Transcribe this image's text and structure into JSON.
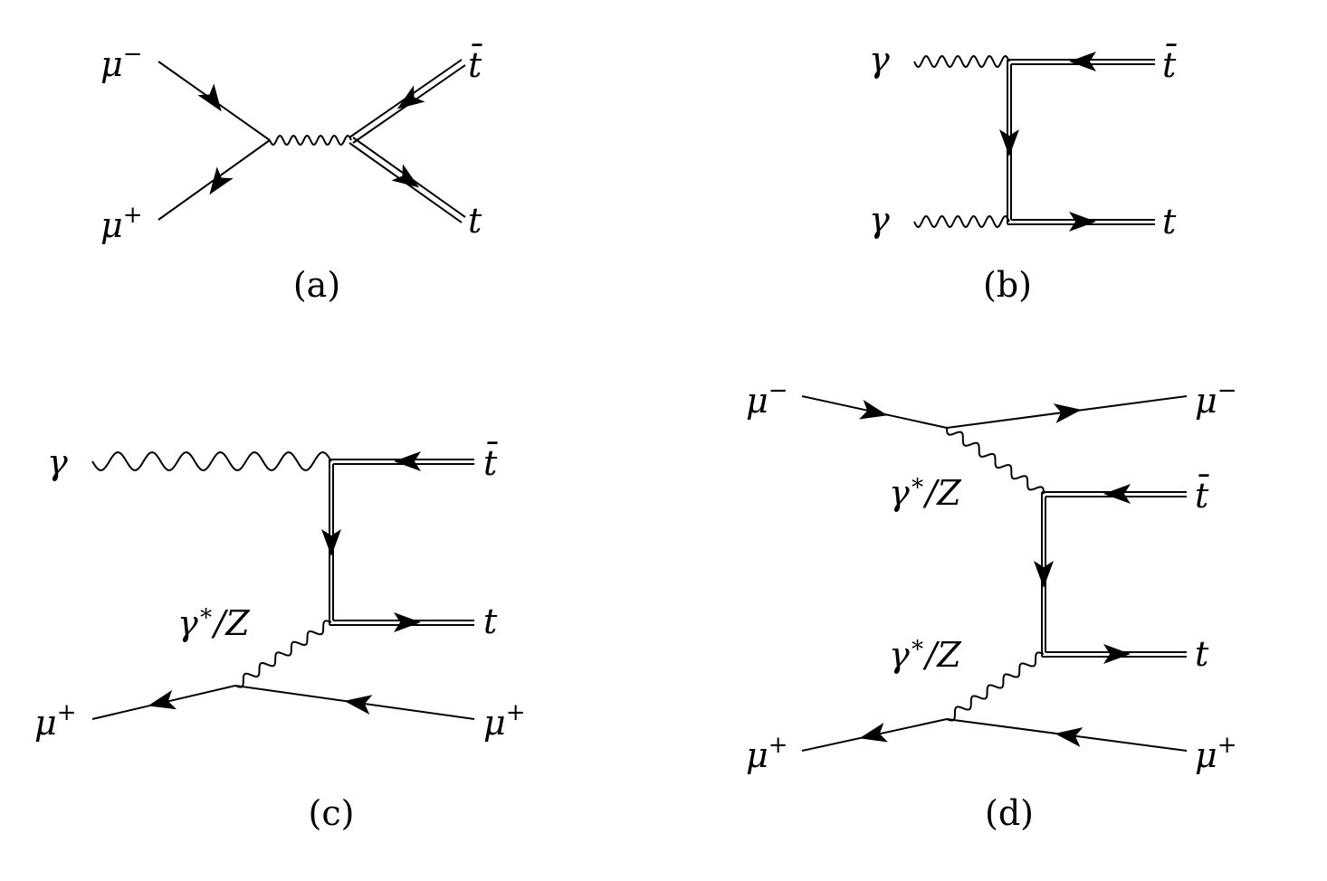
{
  "diagrams": [
    {
      "id": "a",
      "caption": "(a)",
      "labels": {
        "in_top": {
          "base": "μ",
          "sup": "−"
        },
        "in_bottom": {
          "base": "μ",
          "sup": "+"
        },
        "out_top": {
          "base": "t̄"
        },
        "out_bottom": {
          "base": "t"
        }
      }
    },
    {
      "id": "b",
      "caption": "(b)",
      "labels": {
        "in_top": {
          "base": "γ"
        },
        "in_bottom": {
          "base": "γ"
        },
        "out_top": {
          "base": "t̄"
        },
        "out_bottom": {
          "base": "t"
        }
      }
    },
    {
      "id": "c",
      "caption": "(c)",
      "labels": {
        "in_top": {
          "base": "γ"
        },
        "in_bottom": {
          "base": "μ",
          "sup": "+"
        },
        "out_top": {
          "base": "t̄"
        },
        "out_mid": {
          "base": "t"
        },
        "out_bottom": {
          "base": "μ",
          "sup": "+"
        },
        "propagator": {
          "base": "γ",
          "sup": "∗",
          "rest": "/Z"
        }
      }
    },
    {
      "id": "d",
      "caption": "(d)",
      "labels": {
        "in_top": {
          "base": "μ",
          "sup": "−"
        },
        "out_top_mu": {
          "base": "μ",
          "sup": "−"
        },
        "propagator_top": {
          "base": "γ",
          "sup": "∗",
          "rest": "/Z"
        },
        "out_tbar": {
          "base": "t̄"
        },
        "out_t": {
          "base": "t"
        },
        "propagator_bottom": {
          "base": "γ",
          "sup": "∗",
          "rest": "/Z"
        },
        "in_bottom": {
          "base": "μ",
          "sup": "+"
        },
        "out_bottom_mu": {
          "base": "μ",
          "sup": "+"
        }
      }
    }
  ]
}
